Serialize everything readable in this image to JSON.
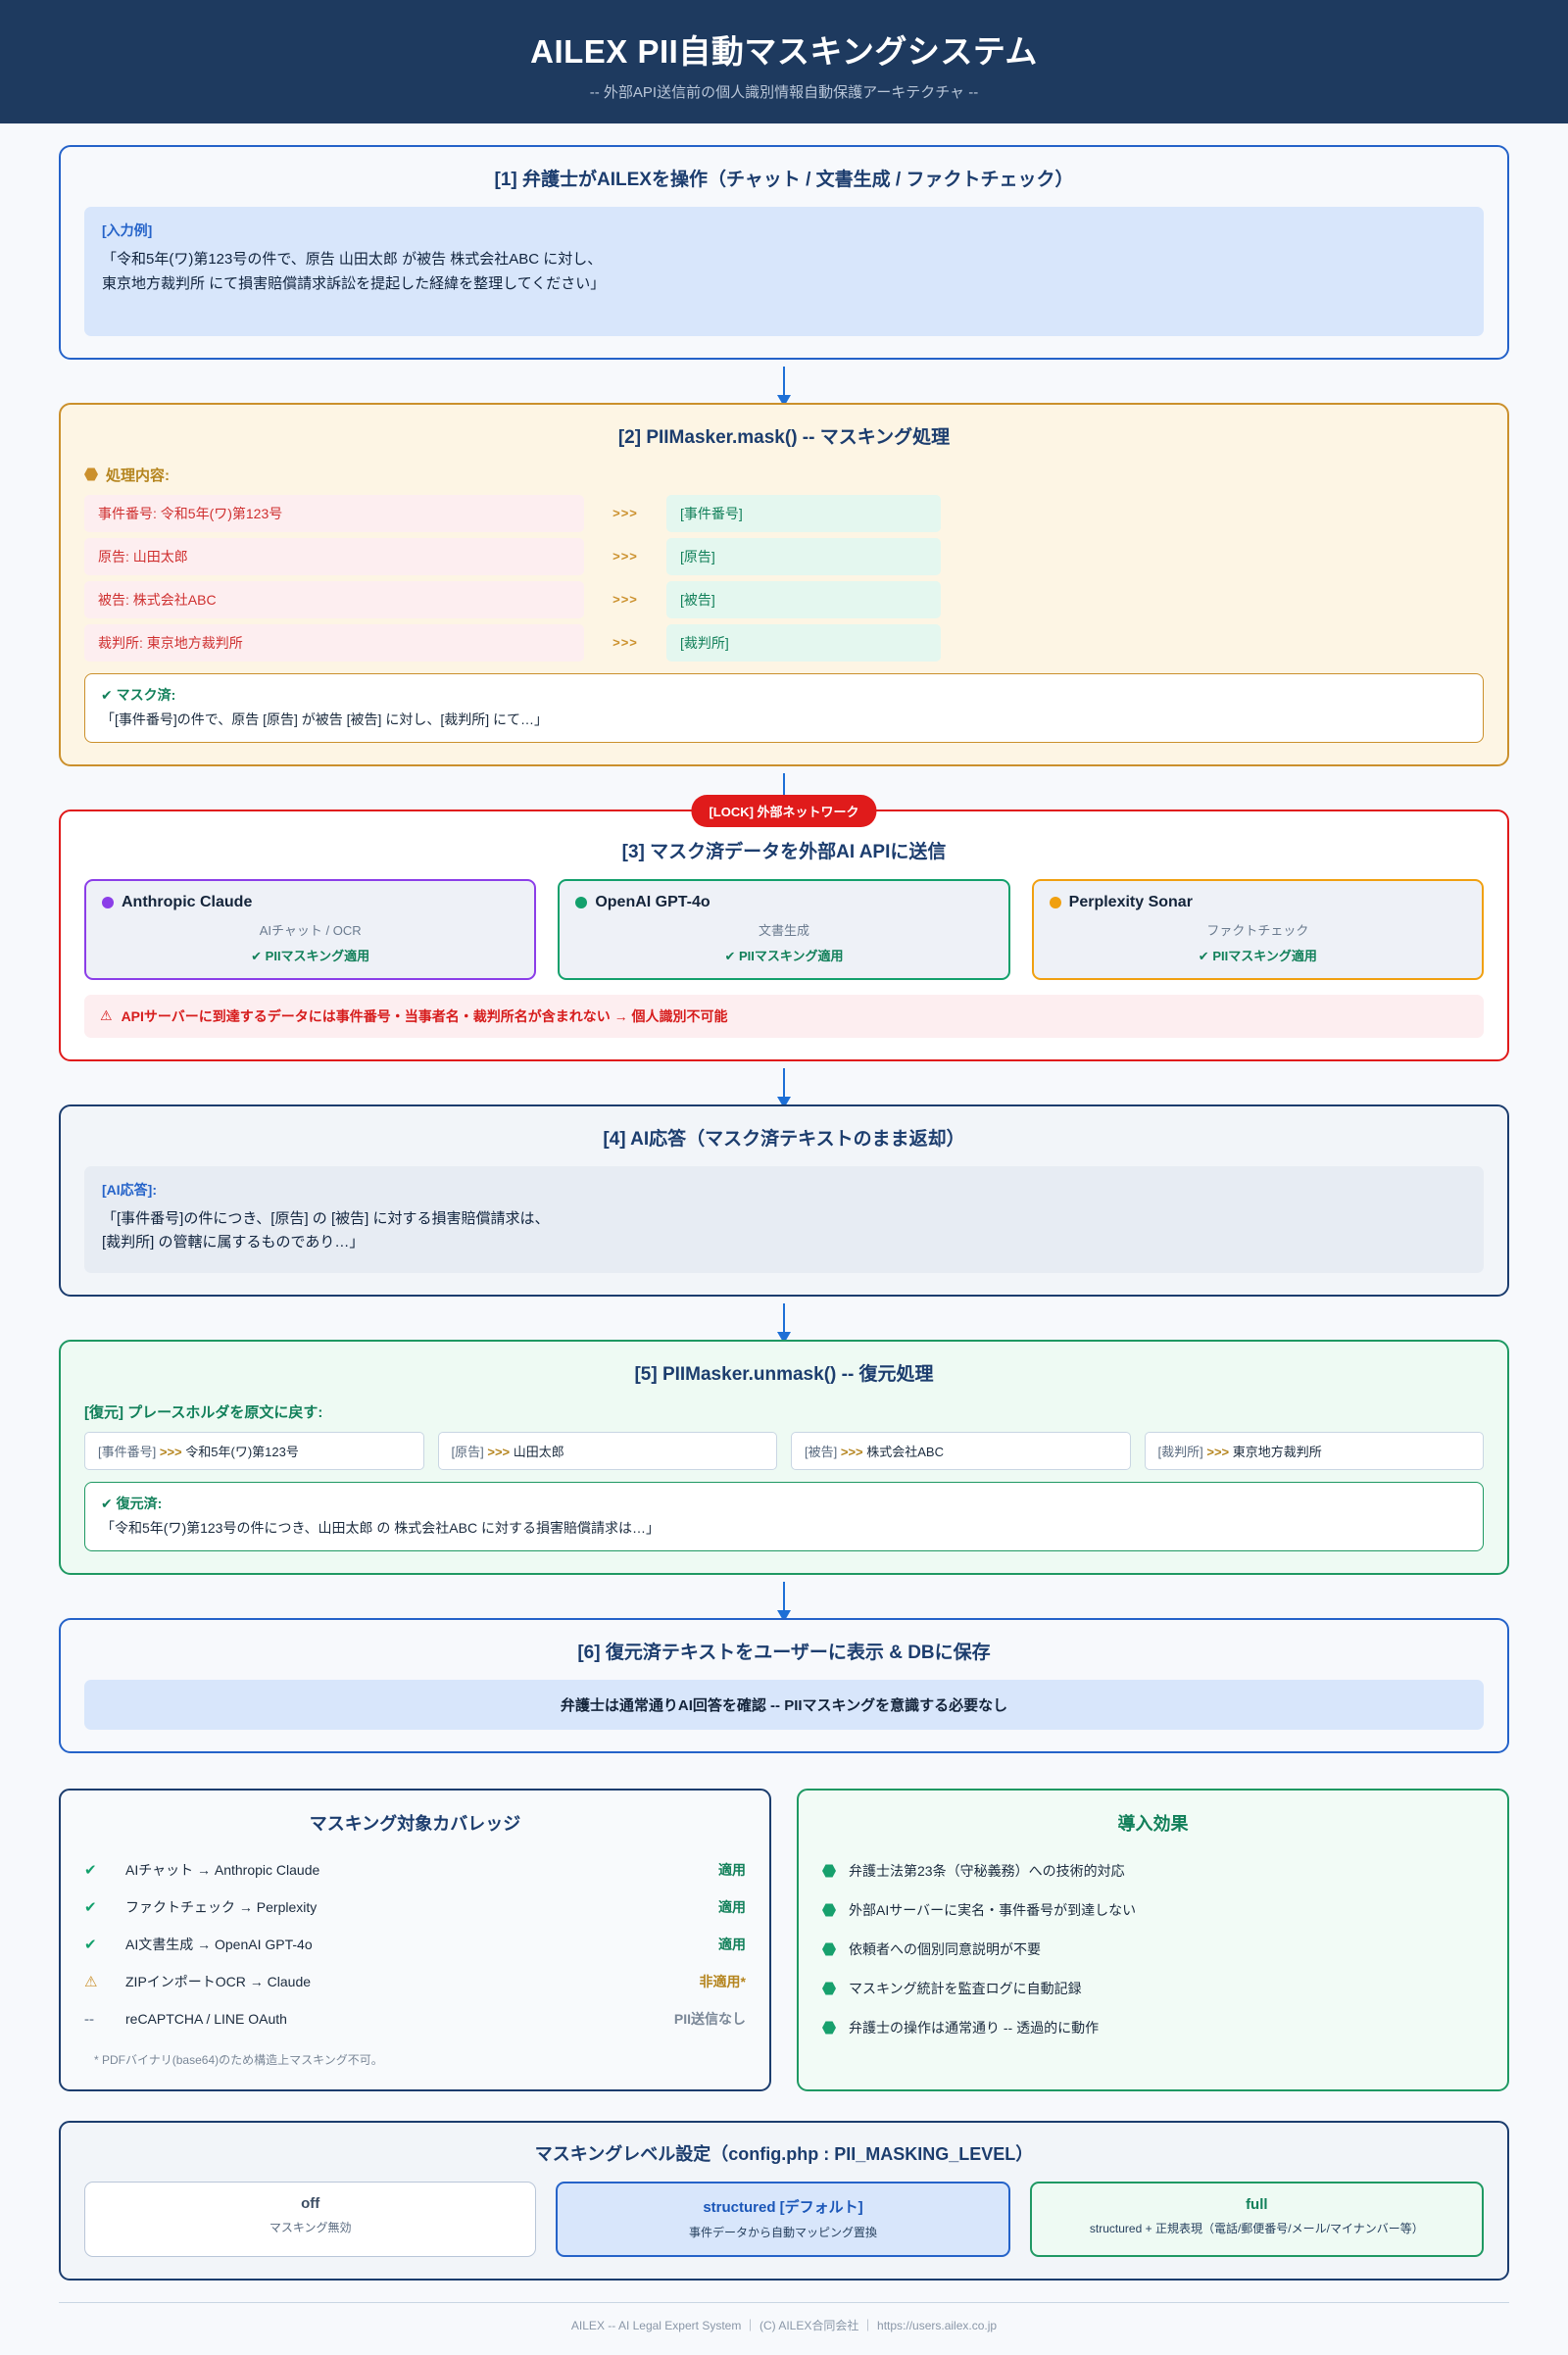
{
  "header": {
    "title": "AILEX PII自動マスキングシステム",
    "subtitle": "-- 外部API送信前の個人識別情報自動保護アーキテクチャ --"
  },
  "step1": {
    "title": "[1] 弁護士がAILEXを操作（チャット / 文書生成 / ファクトチェック）",
    "input_label": "[入力例]",
    "line1": "「令和5年(ワ)第123号の件で、原告 山田太郎 が被告 株式会社ABC に対し、",
    "line2": " 東京地方裁判所 にて損害賠償請求訴訟を提起した経緯を整理してください」"
  },
  "step2": {
    "title": "[2] PIIMasker.mask() -- マスキング処理",
    "proc_label": "処理内容:",
    "arrow_glyph": ">>>",
    "rows": [
      {
        "src": "事件番号: 令和5年(ワ)第123号",
        "dst": "[事件番号]"
      },
      {
        "src": "原告: 山田太郎",
        "dst": "[原告]"
      },
      {
        "src": "被告: 株式会社ABC",
        "dst": "[被告]"
      },
      {
        "src": "裁判所: 東京地方裁判所",
        "dst": "[裁判所]"
      }
    ],
    "result_label": "マスク済:",
    "result_text": "「[事件番号]の件で、原告 [原告] が被告 [被告] に対し、[裁判所] にて…」"
  },
  "step3": {
    "badge": "[LOCK] 外部ネットワーク",
    "title": "[3] マスク済データを外部AI APIに送信",
    "apis": [
      {
        "name": "Anthropic Claude",
        "role": "AIチャット / OCR",
        "status": "PIIマスキング適用",
        "color": "#8b3ee8"
      },
      {
        "name": "OpenAI GPT-4o",
        "role": "文書生成",
        "status": "PIIマスキング適用",
        "color": "#13a06c"
      },
      {
        "name": "Perplexity Sonar",
        "role": "ファクトチェック",
        "status": "PIIマスキング適用",
        "color": "#f0a010"
      }
    ],
    "warning": "APIサーバーに到達するデータには事件番号・当事者名・裁判所名が含まれない → 個人識別不可能"
  },
  "step4": {
    "title": "[4] AI応答（マスク済テキストのまま返却）",
    "label": "[AI応答]:",
    "line1": "「[事件番号]の件につき、[原告] の [被告] に対する損害賠償請求は、",
    "line2": " [裁判所] の管轄に属するものであり…」"
  },
  "step5": {
    "title": "[5] PIIMasker.unmask() -- 復元処理",
    "restore_label": "[復元] プレースホルダを原文に戻す:",
    "chips": [
      {
        "ph": "[事件番号]",
        "arrow": ">>>",
        "val": "令和5年(ワ)第123号"
      },
      {
        "ph": "[原告]",
        "arrow": ">>>",
        "val": "山田太郎"
      },
      {
        "ph": "[被告]",
        "arrow": ">>>",
        "val": "株式会社ABC"
      },
      {
        "ph": "[裁判所]",
        "arrow": ">>>",
        "val": "東京地方裁判所"
      }
    ],
    "result_label": "復元済:",
    "result_text": "「令和5年(ワ)第123号の件につき、山田太郎 の 株式会社ABC に対する損害賠償請求は…」"
  },
  "step6": {
    "title": "[6] 復元済テキストをユーザーに表示 & DBに保存",
    "note": "弁護士は通常通りAI回答を確認 -- PIIマスキングを意識する必要なし"
  },
  "coverage": {
    "title": "マスキング対象カバレッジ",
    "rows": [
      {
        "icon": "✔",
        "icon_kind": "ok",
        "name": "AIチャット → Anthropic Claude",
        "status": "適用",
        "status_kind": "ok"
      },
      {
        "icon": "✔",
        "icon_kind": "ok",
        "name": "ファクトチェック → Perplexity",
        "status": "適用",
        "status_kind": "ok"
      },
      {
        "icon": "✔",
        "icon_kind": "ok",
        "name": "AI文書生成 → OpenAI GPT-4o",
        "status": "適用",
        "status_kind": "ok"
      },
      {
        "icon": "⚠",
        "icon_kind": "warn",
        "name": "ZIPインポートOCR → Claude",
        "status": "非適用*",
        "status_kind": "warn"
      },
      {
        "icon": "--",
        "icon_kind": "na",
        "name": "reCAPTCHA / LINE OAuth",
        "status": "PII送信なし",
        "status_kind": "na"
      }
    ],
    "note": "* PDFバイナリ(base64)のため構造上マスキング不可。"
  },
  "benefits": {
    "title": "導入効果",
    "items": [
      "弁護士法第23条（守秘義務）への技術的対応",
      "外部AIサーバーに実名・事件番号が到達しない",
      "依頼者への個別同意説明が不要",
      "マスキング統計を監査ログに自動記録",
      "弁護士の操作は通常通り -- 透過的に動作"
    ]
  },
  "config": {
    "title": "マスキングレベル設定（config.php : PII_MASKING_LEVEL）",
    "levels": [
      {
        "name": "off",
        "desc": "マスキング無効",
        "state": "plain"
      },
      {
        "name": "structured [デフォルト]",
        "desc": "事件データから自動マッピング置換",
        "state": "selected"
      },
      {
        "name": "full",
        "desc": "structured + 正規表現（電話/郵便番号/メール/マイナンバー等）",
        "state": "full"
      }
    ]
  },
  "footer": {
    "text": "AILEX -- AI Legal Expert System ｜ (C) AILEX合同会社 ｜ https://users.ailex.co.jp"
  }
}
